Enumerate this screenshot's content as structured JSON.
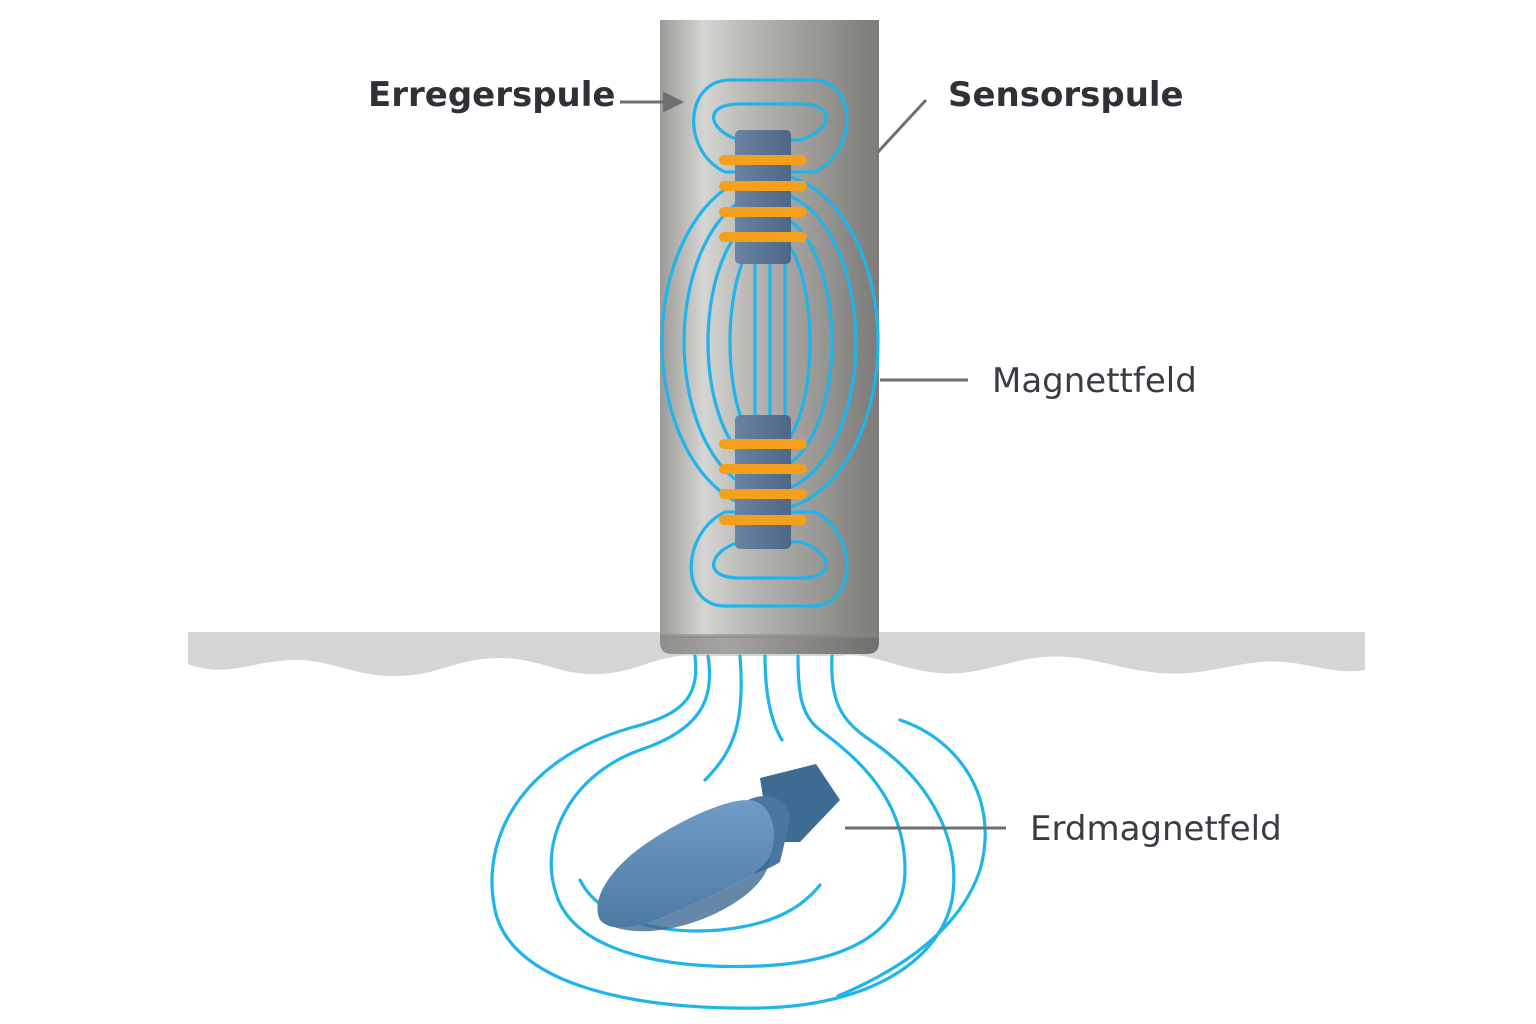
{
  "labels": {
    "erregerspule": "Erregerspule",
    "sensorspule": "Sensorspule",
    "magnetfeld": "Magnettfeld",
    "erdmagnetfeld": "Erdmagnetfeld"
  },
  "colors": {
    "field_line": "#1fb4ea",
    "coil_winding": "#f4a01c",
    "core": "#5a7394",
    "probe_tube": "#a9a8a4",
    "ground": "#d3d5d6",
    "object": "#5b89b2",
    "leader_line": "#6e6f72",
    "label_text": "#3a3c44"
  },
  "icons": {
    "object": "buried-ordnance-icon",
    "arrow": "arrow-right-icon"
  }
}
